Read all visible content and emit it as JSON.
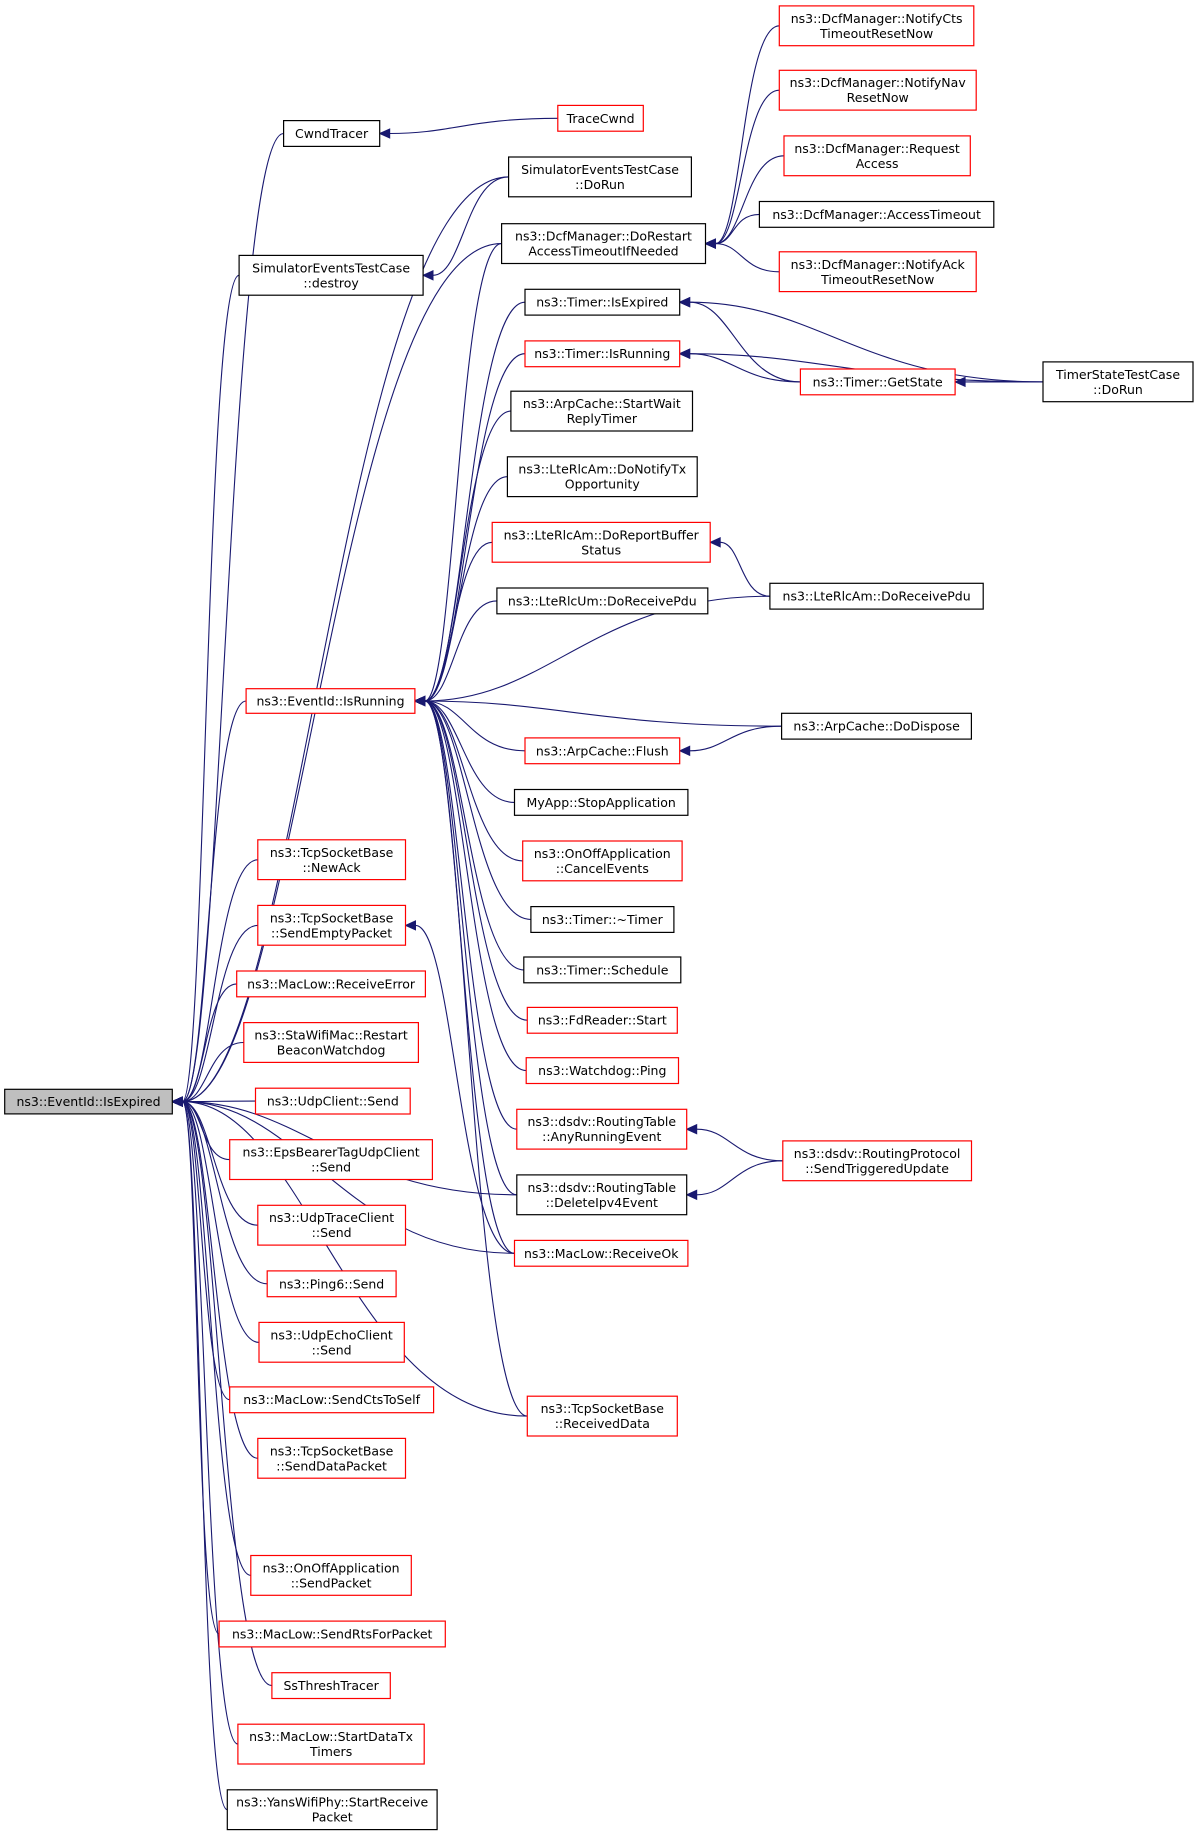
{
  "nodes": {
    "ev_isexpired": {
      "lines": [
        "ns3::EventId::IsExpired"
      ],
      "style": "focus"
    },
    "ev_isrunning": {
      "lines": [
        "ns3::EventId::IsRunning"
      ],
      "style": "red"
    },
    "cwndtracer": {
      "lines": [
        "CwndTracer"
      ],
      "style": "black"
    },
    "tracecwnd": {
      "lines": [
        "TraceCwnd"
      ],
      "style": "red"
    },
    "simev_dorun": {
      "lines": [
        "SimulatorEventsTestCase",
        "::DoRun"
      ],
      "style": "black"
    },
    "simev_destroy": {
      "lines": [
        "SimulatorEventsTestCase",
        "::destroy"
      ],
      "style": "black"
    },
    "dcf_dorestart": {
      "lines": [
        "ns3::DcfManager::DoRestart",
        "AccessTimeoutIfNeeded"
      ],
      "style": "black"
    },
    "dcf_notifycts": {
      "lines": [
        "ns3::DcfManager::NotifyCts",
        "TimeoutResetNow"
      ],
      "style": "red"
    },
    "dcf_notifynav": {
      "lines": [
        "ns3::DcfManager::NotifyNav",
        "ResetNow"
      ],
      "style": "red"
    },
    "dcf_request": {
      "lines": [
        "ns3::DcfManager::Request",
        "Access"
      ],
      "style": "red"
    },
    "dcf_accesstimeout": {
      "lines": [
        "ns3::DcfManager::AccessTimeout"
      ],
      "style": "black"
    },
    "dcf_notifyack": {
      "lines": [
        "ns3::DcfManager::NotifyAck",
        "TimeoutResetNow"
      ],
      "style": "red"
    },
    "timer_isexpired": {
      "lines": [
        "ns3::Timer::IsExpired"
      ],
      "style": "black"
    },
    "timer_isrunning": {
      "lines": [
        "ns3::Timer::IsRunning"
      ],
      "style": "red"
    },
    "timer_getstate": {
      "lines": [
        "ns3::Timer::GetState"
      ],
      "style": "red"
    },
    "timerstate_dorun": {
      "lines": [
        "TimerStateTestCase",
        "::DoRun"
      ],
      "style": "black"
    },
    "arp_startwait": {
      "lines": [
        "ns3::ArpCache::StartWait",
        "ReplyTimer"
      ],
      "style": "black"
    },
    "lte_donotifytx": {
      "lines": [
        "ns3::LteRlcAm::DoNotifyTx",
        "Opportunity"
      ],
      "style": "black"
    },
    "lte_doreportbuffer": {
      "lines": [
        "ns3::LteRlcAm::DoReportBuffer",
        "Status"
      ],
      "style": "red"
    },
    "lteum_doreceivepdu": {
      "lines": [
        "ns3::LteRlcUm::DoReceivePdu"
      ],
      "style": "black"
    },
    "lteam_doreceivepdu": {
      "lines": [
        "ns3::LteRlcAm::DoReceivePdu"
      ],
      "style": "black"
    },
    "arp_flush": {
      "lines": [
        "ns3::ArpCache::Flush"
      ],
      "style": "red"
    },
    "arp_dodispose": {
      "lines": [
        "ns3::ArpCache::DoDispose"
      ],
      "style": "black"
    },
    "myapp_stop": {
      "lines": [
        "MyApp::StopApplication"
      ],
      "style": "black"
    },
    "onoff_cancel": {
      "lines": [
        "ns3::OnOffApplication",
        "::CancelEvents"
      ],
      "style": "red"
    },
    "timer_dtor": {
      "lines": [
        "ns3::Timer::~Timer"
      ],
      "style": "black"
    },
    "timer_schedule": {
      "lines": [
        "ns3::Timer::Schedule"
      ],
      "style": "black"
    },
    "fdreader_start": {
      "lines": [
        "ns3::FdReader::Start"
      ],
      "style": "red"
    },
    "watchdog_ping": {
      "lines": [
        "ns3::Watchdog::Ping"
      ],
      "style": "red"
    },
    "dsdv_anyrunning": {
      "lines": [
        "ns3::dsdv::RoutingTable",
        "::AnyRunningEvent"
      ],
      "style": "red"
    },
    "dsdv_deleteipv4": {
      "lines": [
        "ns3::dsdv::RoutingTable",
        "::DeleteIpv4Event"
      ],
      "style": "black"
    },
    "dsdv_sendtriggered": {
      "lines": [
        "ns3::dsdv::RoutingProtocol",
        "::SendTriggeredUpdate"
      ],
      "style": "red"
    },
    "maclow_receiveok": {
      "lines": [
        "ns3::MacLow::ReceiveOk"
      ],
      "style": "red"
    },
    "tcp_receiveddata": {
      "lines": [
        "ns3::TcpSocketBase",
        "::ReceivedData"
      ],
      "style": "red"
    },
    "tcp_newack": {
      "lines": [
        "ns3::TcpSocketBase",
        "::NewAck"
      ],
      "style": "red"
    },
    "tcp_sendempty": {
      "lines": [
        "ns3::TcpSocketBase",
        "::SendEmptyPacket"
      ],
      "style": "red"
    },
    "maclow_receiveerror": {
      "lines": [
        "ns3::MacLow::ReceiveError"
      ],
      "style": "red"
    },
    "sta_restart": {
      "lines": [
        "ns3::StaWifiMac::Restart",
        "BeaconWatchdog"
      ],
      "style": "red"
    },
    "udpclient_send": {
      "lines": [
        "ns3::UdpClient::Send"
      ],
      "style": "red"
    },
    "eps_send": {
      "lines": [
        "ns3::EpsBearerTagUdpClient",
        "::Send"
      ],
      "style": "red"
    },
    "udptrace_send": {
      "lines": [
        "ns3::UdpTraceClient",
        "::Send"
      ],
      "style": "red"
    },
    "ping6_send": {
      "lines": [
        "ns3::Ping6::Send"
      ],
      "style": "red"
    },
    "udpecho_send": {
      "lines": [
        "ns3::UdpEchoClient",
        "::Send"
      ],
      "style": "red"
    },
    "maclow_sendcts": {
      "lines": [
        "ns3::MacLow::SendCtsToSelf"
      ],
      "style": "red"
    },
    "tcp_senddata": {
      "lines": [
        "ns3::TcpSocketBase",
        "::SendDataPacket"
      ],
      "style": "red"
    },
    "onoff_sendpacket": {
      "lines": [
        "ns3::OnOffApplication",
        "::SendPacket"
      ],
      "style": "red"
    },
    "maclow_sendrts": {
      "lines": [
        "ns3::MacLow::SendRtsForPacket"
      ],
      "style": "red"
    },
    "ssthresh": {
      "lines": [
        "SsThreshTracer"
      ],
      "style": "red"
    },
    "maclow_startdatatx": {
      "lines": [
        "ns3::MacLow::StartDataTx",
        "Timers"
      ],
      "style": "red"
    },
    "yans_startreceive": {
      "lines": [
        "ns3::YansWifiPhy::StartReceive",
        "Packet"
      ],
      "style": "black"
    }
  },
  "edges": [
    [
      "cwndtracer",
      "ev_isexpired"
    ],
    [
      "simev_dorun",
      "ev_isexpired"
    ],
    [
      "simev_destroy",
      "ev_isexpired"
    ],
    [
      "dcf_dorestart",
      "ev_isexpired"
    ],
    [
      "ev_isrunning",
      "ev_isexpired"
    ],
    [
      "tcp_newack",
      "ev_isexpired"
    ],
    [
      "tcp_sendempty",
      "ev_isexpired"
    ],
    [
      "maclow_receiveerror",
      "ev_isexpired"
    ],
    [
      "sta_restart",
      "ev_isexpired"
    ],
    [
      "udpclient_send",
      "ev_isexpired"
    ],
    [
      "eps_send",
      "ev_isexpired"
    ],
    [
      "udptrace_send",
      "ev_isexpired"
    ],
    [
      "ping6_send",
      "ev_isexpired"
    ],
    [
      "udpecho_send",
      "ev_isexpired"
    ],
    [
      "maclow_sendcts",
      "ev_isexpired"
    ],
    [
      "tcp_senddata",
      "ev_isexpired"
    ],
    [
      "tcp_receiveddata",
      "ev_isexpired"
    ],
    [
      "onoff_sendpacket",
      "ev_isexpired"
    ],
    [
      "maclow_sendrts",
      "ev_isexpired"
    ],
    [
      "ssthresh",
      "ev_isexpired"
    ],
    [
      "maclow_startdatatx",
      "ev_isexpired"
    ],
    [
      "yans_startreceive",
      "ev_isexpired"
    ],
    [
      "maclow_receiveok",
      "ev_isexpired"
    ],
    [
      "dsdv_deleteipv4",
      "ev_isexpired"
    ],
    [
      "tracecwnd",
      "cwndtracer"
    ],
    [
      "simev_dorun",
      "simev_destroy"
    ],
    [
      "dcf_dorestart",
      "ev_isrunning"
    ],
    [
      "timer_isexpired",
      "ev_isrunning"
    ],
    [
      "timer_isrunning",
      "ev_isrunning"
    ],
    [
      "arp_startwait",
      "ev_isrunning"
    ],
    [
      "lte_donotifytx",
      "ev_isrunning"
    ],
    [
      "lte_doreportbuffer",
      "ev_isrunning"
    ],
    [
      "lteum_doreceivepdu",
      "ev_isrunning"
    ],
    [
      "lteam_doreceivepdu",
      "ev_isrunning"
    ],
    [
      "arp_dodispose",
      "ev_isrunning"
    ],
    [
      "arp_flush",
      "ev_isrunning"
    ],
    [
      "myapp_stop",
      "ev_isrunning"
    ],
    [
      "onoff_cancel",
      "ev_isrunning"
    ],
    [
      "timer_dtor",
      "ev_isrunning"
    ],
    [
      "timer_schedule",
      "ev_isrunning"
    ],
    [
      "fdreader_start",
      "ev_isrunning"
    ],
    [
      "watchdog_ping",
      "ev_isrunning"
    ],
    [
      "dsdv_anyrunning",
      "ev_isrunning"
    ],
    [
      "dsdv_deleteipv4",
      "ev_isrunning"
    ],
    [
      "maclow_receiveok",
      "ev_isrunning"
    ],
    [
      "tcp_receiveddata",
      "ev_isrunning"
    ],
    [
      "dcf_notifycts",
      "dcf_dorestart"
    ],
    [
      "dcf_notifynav",
      "dcf_dorestart"
    ],
    [
      "dcf_request",
      "dcf_dorestart"
    ],
    [
      "dcf_accesstimeout",
      "dcf_dorestart"
    ],
    [
      "dcf_notifyack",
      "dcf_dorestart"
    ],
    [
      "timer_getstate",
      "timer_isexpired"
    ],
    [
      "timerstate_dorun",
      "timer_isexpired"
    ],
    [
      "timer_getstate",
      "timer_isrunning"
    ],
    [
      "timerstate_dorun",
      "timer_isrunning"
    ],
    [
      "timerstate_dorun",
      "timer_getstate"
    ],
    [
      "lteam_doreceivepdu",
      "lte_doreportbuffer"
    ],
    [
      "arp_dodispose",
      "arp_flush"
    ],
    [
      "dsdv_sendtriggered",
      "dsdv_anyrunning"
    ],
    [
      "dsdv_sendtriggered",
      "dsdv_deleteipv4"
    ],
    [
      "maclow_receiveok",
      "tcp_sendempty"
    ]
  ]
}
